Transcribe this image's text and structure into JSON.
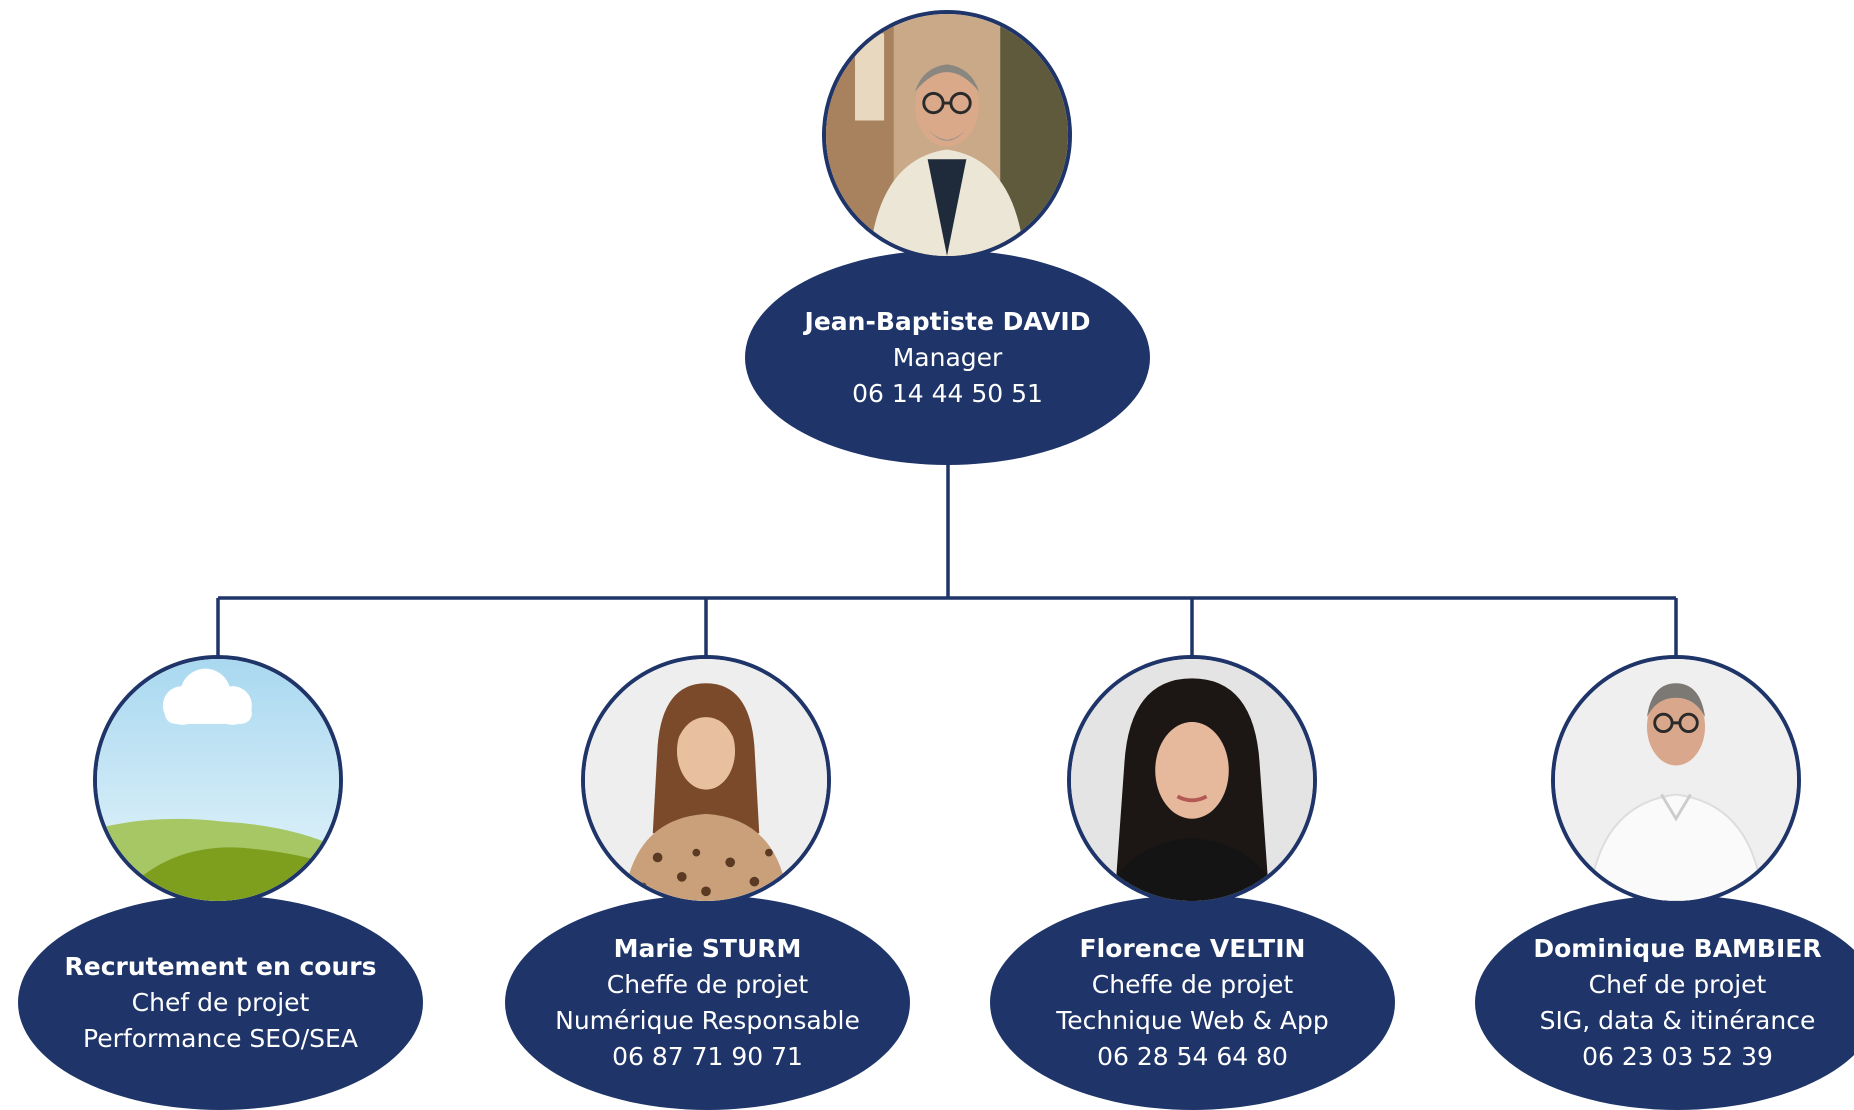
{
  "colors": {
    "node_fill": "#1f3569",
    "node_text": "#ffffff",
    "connector": "#1f3569",
    "background": "#ffffff"
  },
  "manager": {
    "name": "Jean-Baptiste DAVID",
    "role": "Manager",
    "phone": "06 14 44 50 51",
    "avatar": "man-photo-icon"
  },
  "team": [
    {
      "name": "Recrutement en cours",
      "role": "Chef de projet",
      "detail": "Performance SEO/SEA",
      "avatar": "landscape-placeholder-icon"
    },
    {
      "name": "Marie STURM",
      "role": "Cheffe de projet",
      "detail": "Numérique Responsable",
      "phone": "06 87 71 90 71",
      "avatar": "woman-photo-icon"
    },
    {
      "name": "Florence VELTIN",
      "role": "Cheffe de projet",
      "detail": "Technique Web & App",
      "phone": "06 28 54 64 80",
      "avatar": "woman-photo-icon"
    },
    {
      "name": "Dominique BAMBIER",
      "role": "Chef de projet",
      "detail": "SIG, data & itinérance",
      "phone": "06 23 03 52 39",
      "avatar": "man-photo-icon"
    }
  ]
}
